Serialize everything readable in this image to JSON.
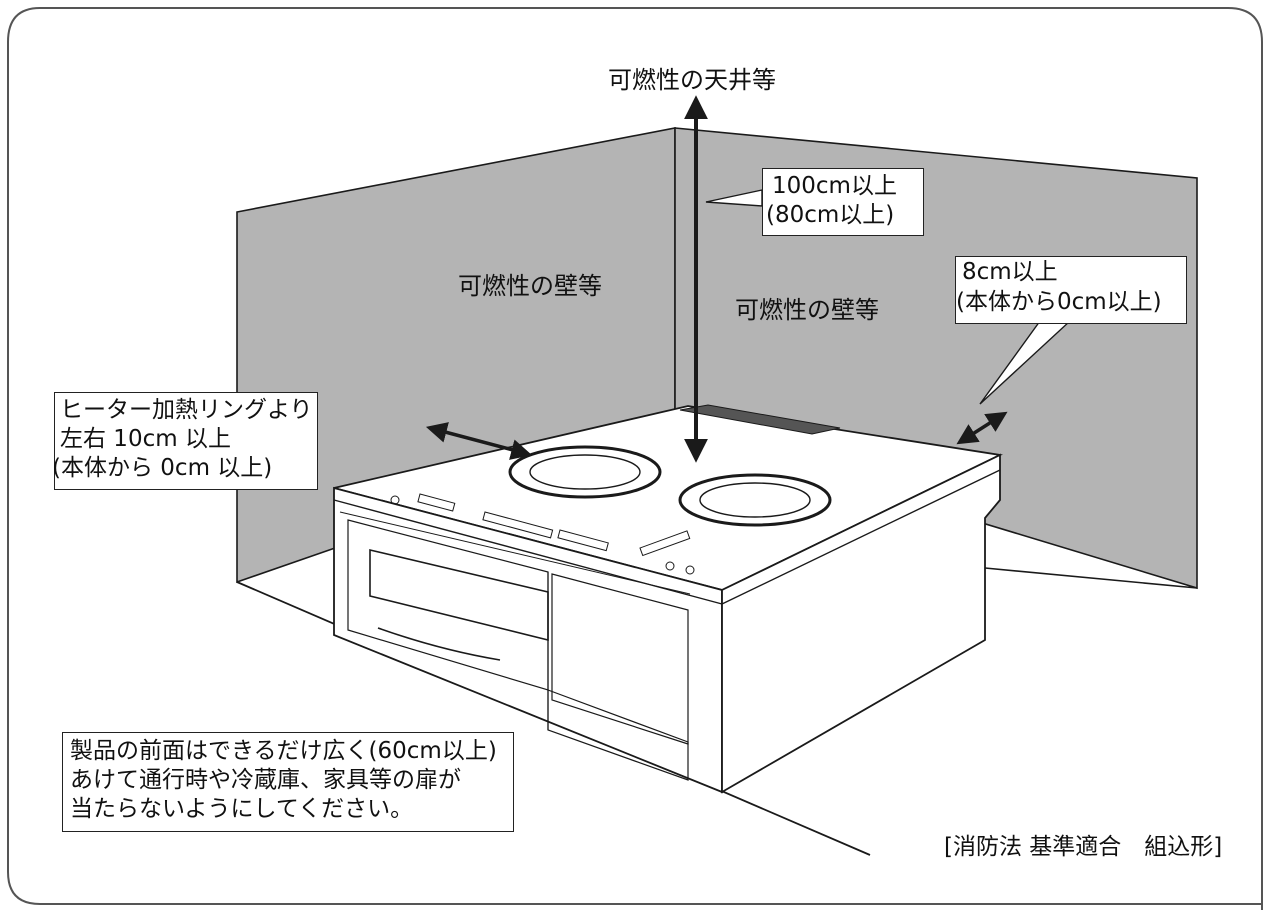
{
  "labels": {
    "ceiling": "可燃性の天井等",
    "wall_left": "可燃性の壁等",
    "wall_right": "可燃性の壁等",
    "ceiling_distance_line1": "100cm以上",
    "ceiling_distance_line2": "(80cm以上)",
    "right_clearance_line1": "8cm以上",
    "right_clearance_line2": "(本体から0cm以上)",
    "side_clearance_line1": "ヒーター加熱リングより",
    "side_clearance_line2": "左右 10cm 以上",
    "side_clearance_line3": "(本体から 0cm 以上)",
    "front_note_line1": "製品の前面はできるだけ広く(60cm以上)",
    "front_note_line2": "あけて通行時や冷蔵庫、家具等の扉が",
    "front_note_line3": "当たらないようにしてください。",
    "standard": "[消防法 基準適合　組込形]"
  },
  "colors": {
    "wall_fill": "#b4b4b4",
    "line": "#1a1a1a",
    "stove_fill": "#ffffff"
  }
}
